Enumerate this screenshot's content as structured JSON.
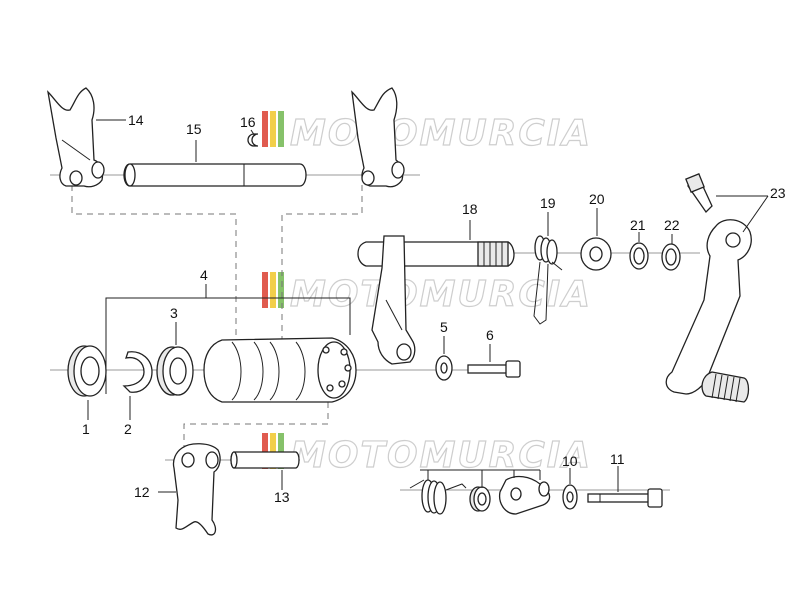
{
  "diagram": {
    "callouts": [
      "1",
      "2",
      "3",
      "4",
      "5",
      "6",
      "10",
      "11",
      "12",
      "13",
      "14",
      "15",
      "16",
      "18",
      "19",
      "20",
      "21",
      "22",
      "23"
    ],
    "watermark": "MOTOMURCIA"
  },
  "colors": {
    "line": "#222222",
    "dashed": "#777777",
    "stripe_red": "#e05b4f",
    "stripe_yellow": "#f2cf4a",
    "stripe_green": "#86c26a",
    "watermark_outline": "#c9c9c9"
  }
}
